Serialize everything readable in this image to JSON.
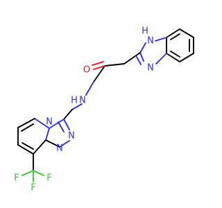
{
  "atoms": {
    "benzimidazole_nh": "H",
    "benzimidazole_n1": "N",
    "benzimidazole_n3": "N",
    "amide_o": "O",
    "amide_nh": "H",
    "amide_n": "N",
    "triazole_n1": "N",
    "triazole_n2": "N",
    "triazole_n3": "N",
    "cf3_f1": "F",
    "cf3_f2": "F",
    "cf3_f3": "F"
  },
  "colors": {
    "carbon": "#000000",
    "nitrogen": "#2b2bff",
    "oxygen": "#ff0d0d",
    "fluorine": "#33cc33"
  }
}
